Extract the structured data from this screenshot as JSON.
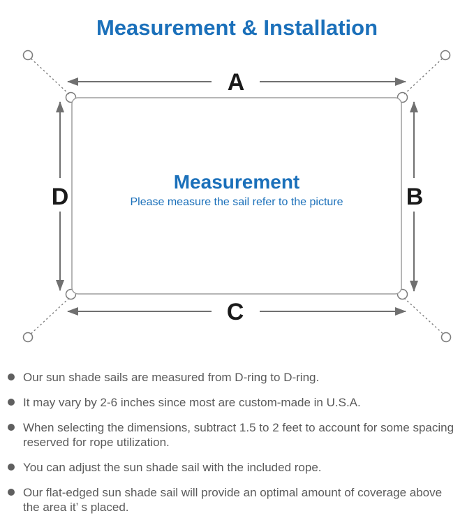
{
  "title": "Measurement & Installation",
  "colors": {
    "accent": "#1b70ba",
    "ink": "#1a1a1a",
    "line": "#707070",
    "ring": "#7d7d7d",
    "border": "#9e9e9e",
    "text": "#5a5a5a",
    "dot": "#5f5f5f"
  },
  "diagram": {
    "dim_a": "A",
    "dim_b": "B",
    "dim_c": "C",
    "dim_d": "D",
    "center_title": "Measurement",
    "center_subtitle": "Please measure the sail refer to the picture"
  },
  "bullets": [
    {
      "lines": [
        "Our sun shade sails are measured from D-ring to D-ring."
      ]
    },
    {
      "lines": [
        "It may vary by 2-6 inches since most are custom-made in U.S.A."
      ]
    },
    {
      "lines": [
        "When selecting the dimensions, subtract 1.5 to 2 feet to account for some spacing",
        "reserved for rope utilization."
      ]
    },
    {
      "lines": [
        "You can adjust the sun shade sail with the included rope."
      ]
    },
    {
      "lines": [
        "Our flat-edged sun shade sail will provide an optimal amount of coverage above",
        "the area it’ s placed."
      ]
    }
  ]
}
